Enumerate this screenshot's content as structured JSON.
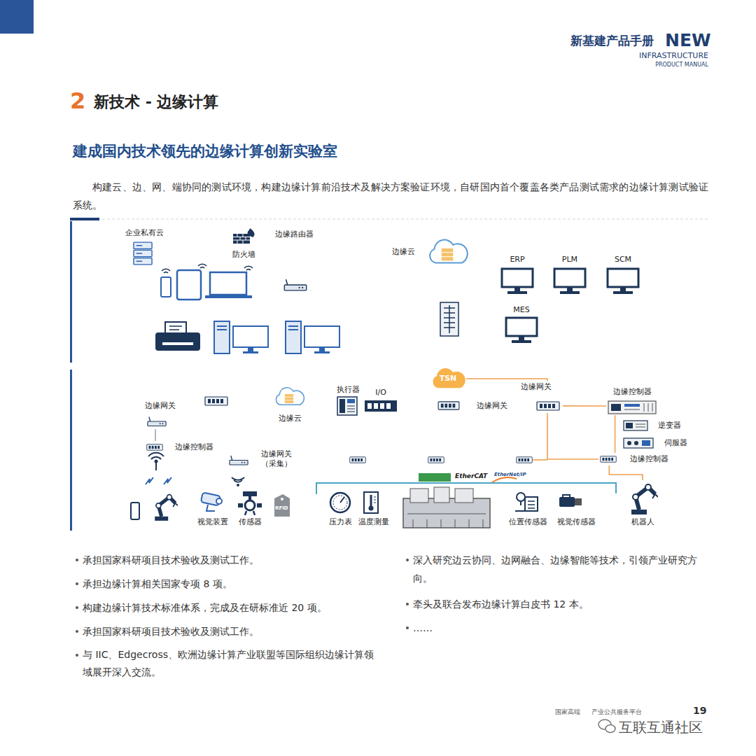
{
  "diagram": {
    "title": "新技术 - 边缘计算",
    "nodes": [
      {
        "text": [
          "企业私有云"
        ]
      },
      {
        "text": [
          "防火墙"
        ]
      },
      {
        "text": [
          "边缘路由器"
        ]
      },
      {
        "text": [
          "边缘云"
        ]
      },
      {
        "text": [
          "ERP"
        ]
      },
      {
        "text": [
          "PLM"
        ]
      },
      {
        "text": [
          "SCM"
        ]
      },
      {
        "text": [
          "MES"
        ]
      },
      {
        "text": [
          "边缘网关"
        ]
      },
      {
        "text": [
          "边缘控制器"
        ]
      },
      {
        "text": [
          "边缘网关 （采集）"
        ]
      },
      {
        "text": [
          "视觉装置"
        ]
      },
      {
        "text": [
          "传感器"
        ]
      },
      {
        "text": [
          "边缘云"
        ]
      },
      {
        "text": [
          "执行器"
        ]
      },
      {
        "text": [
          "I/O"
        ]
      },
      {
        "text": [
          "TSN"
        ]
      },
      {
        "text": [
          "边缘网关"
        ]
      },
      {
        "text": [
          "边缘网关"
        ]
      },
      {
        "text": [
          "边缘控制器"
        ]
      },
      {
        "text": [
          "逆变器"
        ]
      },
      {
        "text": [
          "伺服器"
        ]
      },
      {
        "text": [
          "边缘控制器"
        ]
      },
      {
        "text": [
          "压力表"
        ]
      },
      {
        "text": [
          "温度测量"
        ]
      },
      {
        "text": [
          "位置传感器"
        ]
      },
      {
        "text": [
          "视觉传感器"
        ]
      },
      {
        "text": [
          "机器人"
        ]
      }
    ],
    "edges": [
      {
        "from": 8,
        "to": 9,
        "arrow": "none"
      },
      {
        "from": 16,
        "to": 18,
        "arrow": "none"
      },
      {
        "from": 18,
        "to": 19,
        "arrow": "none"
      },
      {
        "from": 19,
        "to": 22,
        "arrow": "none"
      },
      {
        "from": 18,
        "to": 22,
        "arrow": "none"
      },
      {
        "from": 22,
        "to": 27,
        "arrow": "none"
      }
    ],
    "labels": [
      "新基建产品手册",
      "NEW",
      "INFRASTRUCTURE",
      "PRODUCT MANUAL",
      "2",
      "建成国内技术领先的边缘计算创新实验室",
      "构建云、边、网、端协同的测试环境，构建边缘计算前沿技术及解决方案验证环境，自研国内首个覆盖各类产品测试需求的边缘计算测试验证系统。",
      "RFID",
      "EtherCAT",
      "EtherNet/IP",
      "承担国家科研项目技术验收及测试工作。",
      "承担边缘计算相关国家专项 8 项。",
      "构建边缘计算技术标准体系，完成及在研标准近 20 项。",
      "承担国家科研项目技术验收及测试工作。",
      "与 IIC、Edgecross、欧洲边缘计算产业联盟等国际组织边缘计算领域展开深入交流。",
      "深入研究边云协同、边网融合、边缘智能等技术，引领产业研究方向。",
      "牵头及联合发布边缘计算白皮书 12 本。",
      "……",
      "国家高端",
      "产业公共服务平台",
      "19",
      "互联互通社区"
    ]
  }
}
